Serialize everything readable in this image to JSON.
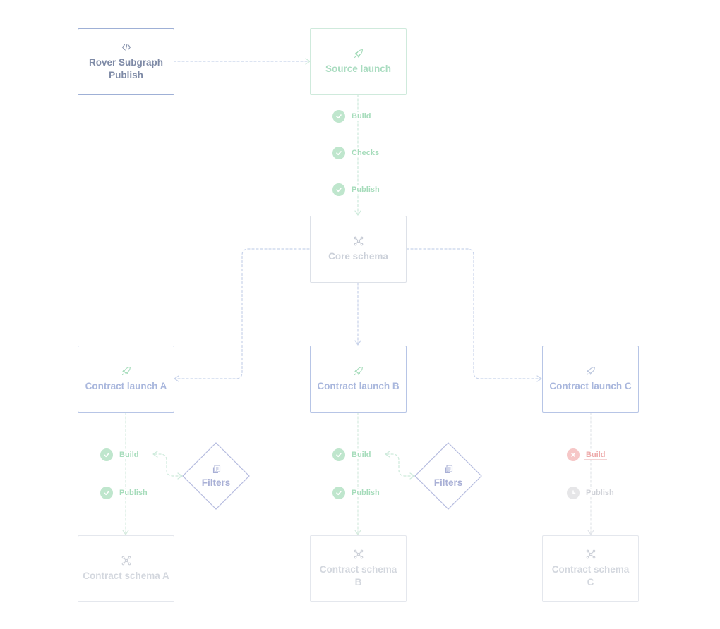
{
  "colors": {
    "edge_green": "#cdeadb",
    "edge_blue": "#c8d3ea",
    "edge_gray": "#e2e5ea",
    "ok": "#bfe6cd",
    "fail": "#f6c7c7",
    "pending": "#e6e6e8",
    "filter": "#b7bde0"
  },
  "nodes": {
    "rover": {
      "label": "Rover Subgraph Publish",
      "icon": "code-icon"
    },
    "source_launch": {
      "label": "Source launch",
      "icon": "rocket-icon"
    },
    "core_schema": {
      "label": "Core schema",
      "icon": "schema-icon"
    },
    "contract_launch_a": {
      "label": "Contract launch A",
      "icon": "rocket-icon"
    },
    "contract_launch_b": {
      "label": "Contract launch B",
      "icon": "rocket-icon"
    },
    "contract_launch_c": {
      "label": "Contract launch C",
      "icon": "rocket-icon"
    },
    "contract_schema_a": {
      "label": "Contract schema A",
      "icon": "schema-icon"
    },
    "contract_schema_b": {
      "label": "Contract schema B",
      "icon": "schema-icon"
    },
    "contract_schema_c": {
      "label": "Contract schema C",
      "icon": "schema-icon"
    }
  },
  "steps": {
    "source_build": {
      "label": "Build",
      "status": "success"
    },
    "source_checks": {
      "label": "Checks",
      "status": "success"
    },
    "source_publish": {
      "label": "Publish",
      "status": "success"
    },
    "a_build": {
      "label": "Build",
      "status": "success"
    },
    "a_publish": {
      "label": "Publish",
      "status": "success"
    },
    "b_build": {
      "label": "Build",
      "status": "success"
    },
    "b_publish": {
      "label": "Publish",
      "status": "success"
    },
    "c_build": {
      "label": "Build",
      "status": "failed"
    },
    "c_publish": {
      "label": "Publish",
      "status": "pending"
    }
  },
  "filters": {
    "a": {
      "label": "Filters",
      "icon": "filter-copy-icon"
    },
    "b": {
      "label": "Filters",
      "icon": "filter-copy-icon"
    }
  }
}
